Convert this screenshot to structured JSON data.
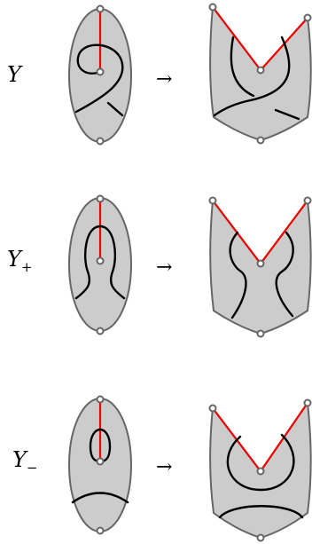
{
  "rows": [
    {
      "label_main": "Y",
      "label_sub": "",
      "arrow": "→"
    },
    {
      "label_main": "Y",
      "label_sub": "+",
      "arrow": "→"
    },
    {
      "label_main": "Y",
      "label_sub": "−",
      "arrow": "→"
    }
  ],
  "colors": {
    "region_fill": "#cccccc",
    "outline": "#666666",
    "red_edge": "#ee0000",
    "strand": "#000000"
  }
}
